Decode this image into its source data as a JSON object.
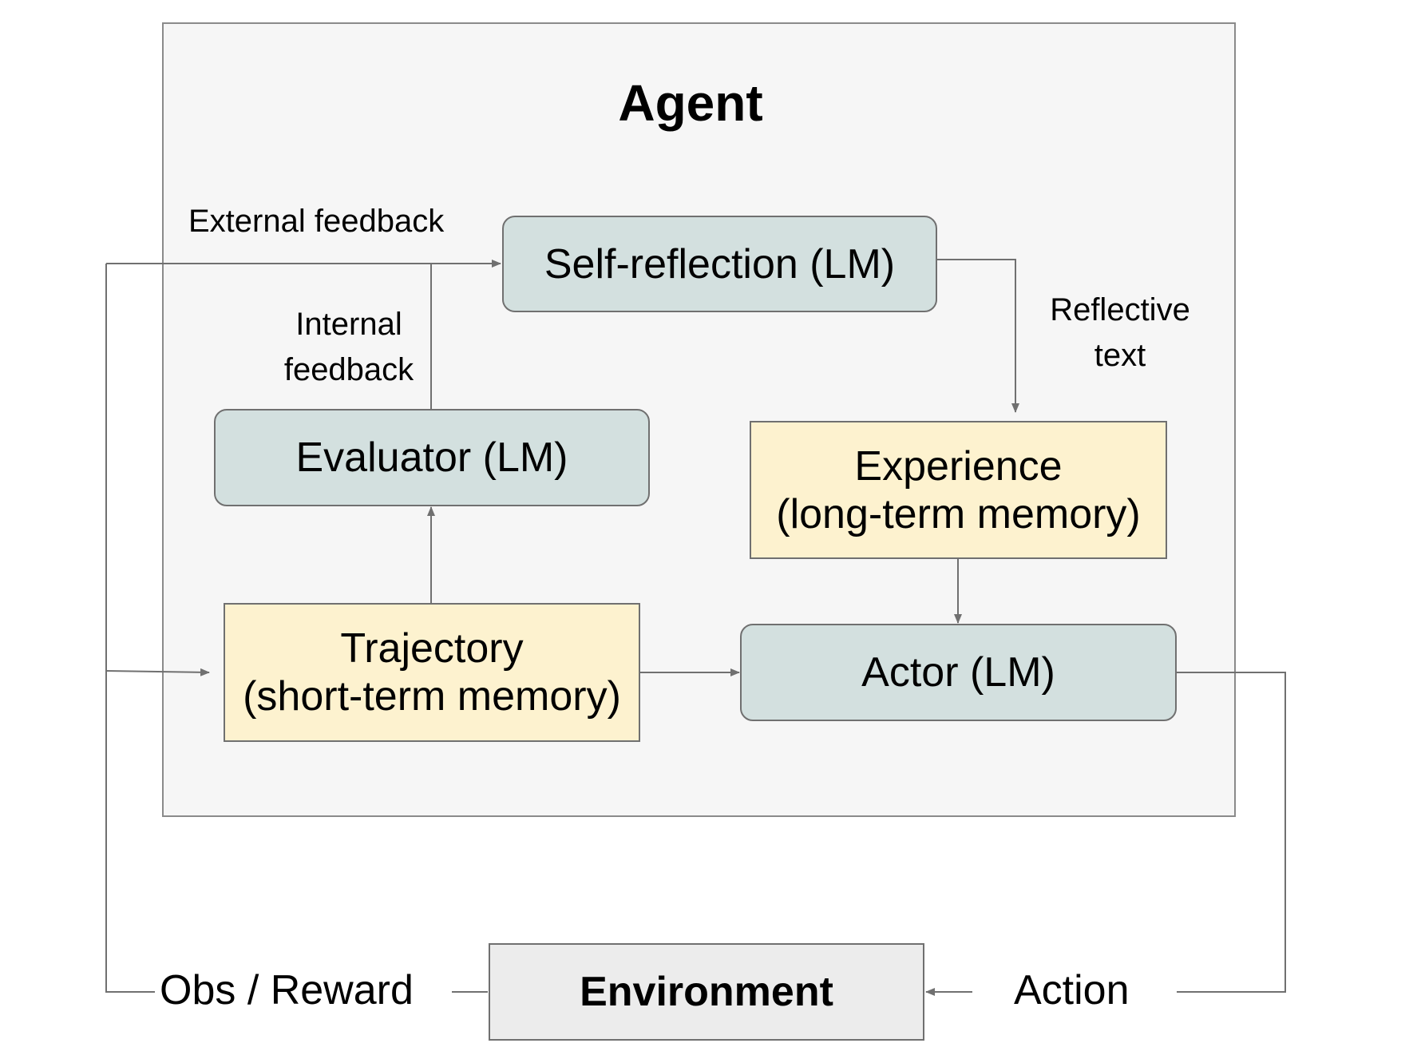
{
  "agent": {
    "title": "Agent"
  },
  "nodes": {
    "self_reflection": "Self-reflection (LM)",
    "evaluator": "Evaluator (LM)",
    "experience_line1": "Experience",
    "experience_line2": "(long-term memory)",
    "trajectory_line1": "Trajectory",
    "trajectory_line2": "(short-term memory)",
    "actor": "Actor (LM)",
    "environment": "Environment"
  },
  "edge_labels": {
    "external_feedback": "External feedback",
    "internal_feedback_line1": "Internal",
    "internal_feedback_line2": "feedback",
    "reflective_text_line1": "Reflective",
    "reflective_text_line2": "text",
    "obs_reward": "Obs / Reward",
    "action": "Action"
  },
  "colors": {
    "lm_fill": "#d3e0df",
    "memory_fill": "#fdf2cf",
    "agent_fill": "#f6f6f6",
    "environment_fill": "#ececec",
    "line": "#707070"
  }
}
